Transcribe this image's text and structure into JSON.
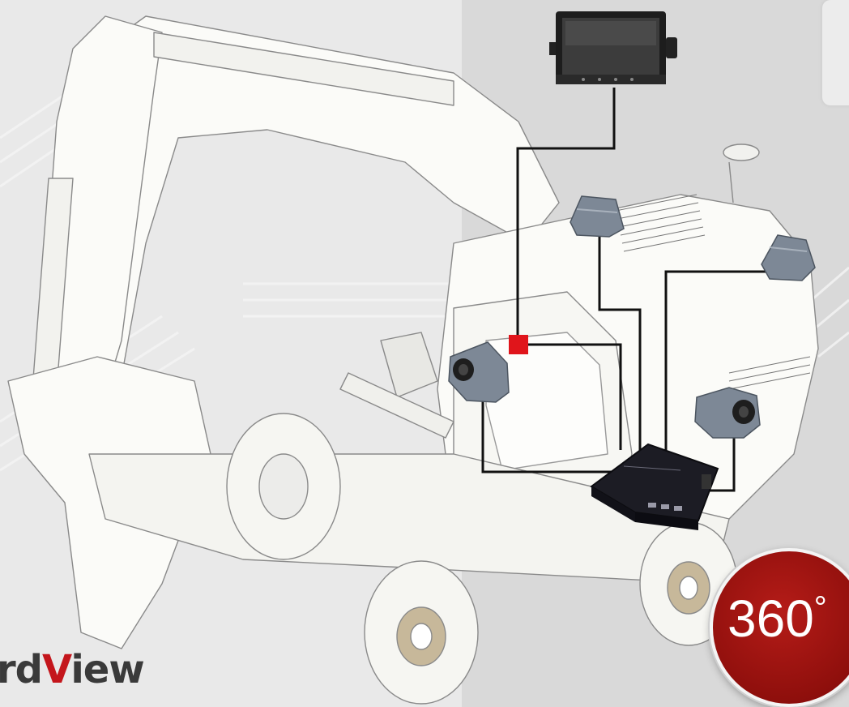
{
  "brand": {
    "logo_prefix": "rd",
    "logo_accent": "V",
    "logo_suffix": "iew",
    "accent_color": "#c4161c"
  },
  "badge": {
    "label": "360",
    "degree_symbol": "°",
    "color": "#9e1410"
  },
  "components": [
    {
      "id": "monitor",
      "icon": "monitor-icon"
    },
    {
      "id": "camera-front-left",
      "icon": "camera-icon"
    },
    {
      "id": "camera-top-left",
      "icon": "camera-icon"
    },
    {
      "id": "camera-top-right",
      "icon": "camera-icon"
    },
    {
      "id": "camera-right-side",
      "icon": "camera-icon"
    },
    {
      "id": "control-unit",
      "icon": "control-box-icon"
    },
    {
      "id": "junction-point",
      "icon": "junction-icon"
    }
  ],
  "colors": {
    "wire": "#111111",
    "junction": "#e0151b",
    "camera": "#7d8896",
    "background_left": "#e9e9e9",
    "background_right": "#d9d9d9"
  }
}
